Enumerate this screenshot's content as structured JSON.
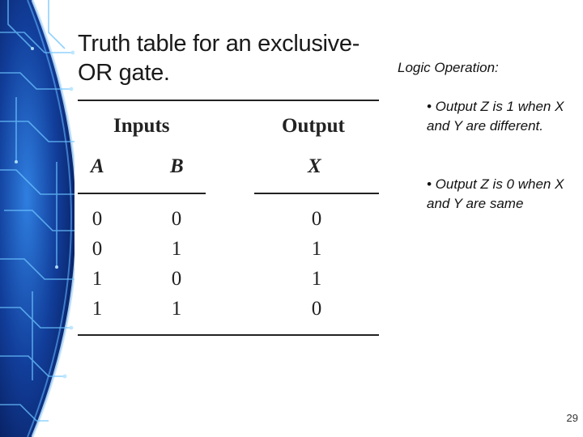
{
  "slide": {
    "table_title": "Truth table for an exclusive-OR gate.",
    "inputs_header": "Inputs",
    "output_header": "Output",
    "columns": [
      "A",
      "B",
      "X"
    ],
    "rows": [
      [
        "0",
        "0",
        "0"
      ],
      [
        "0",
        "1",
        "1"
      ],
      [
        "1",
        "0",
        "1"
      ],
      [
        "1",
        "1",
        "0"
      ]
    ],
    "logic_heading": "Logic Operation:",
    "bullets": [
      "• Output Z is 1 when X and Y are different.",
      "• Output Z is 0 when X and Y are same"
    ],
    "page_number": "29"
  },
  "colors": {
    "background_art_deep": "#0a2a7a",
    "background_art_glow": "#4fb3ff",
    "text": "#111111"
  },
  "icons": [
    "circuit-board-background-art"
  ]
}
